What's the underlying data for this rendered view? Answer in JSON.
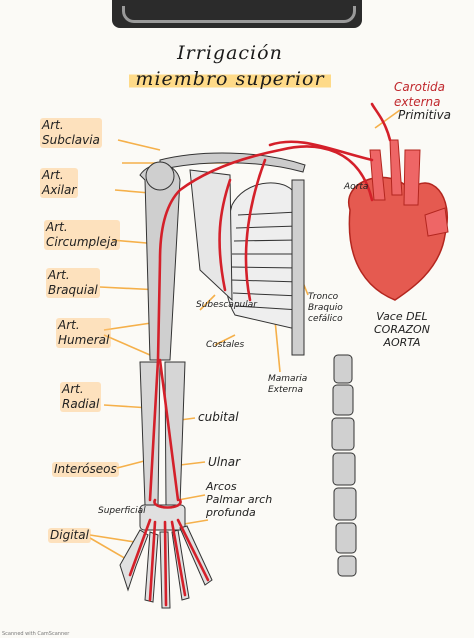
{
  "title": {
    "line1": "Irrigación",
    "line2": "miembro superior"
  },
  "labels": {
    "subclavia": "Art.\nSubclavia",
    "axilar": "Art.\nAxilar",
    "circumpleja": "Art.\nCircumpleja",
    "braquial": "Art.\nBraquial",
    "humeral": "Art.\nHumeral",
    "radial": "Art.\nRadial",
    "interoseos": "Interóseos",
    "digital": "Digital",
    "carotida": "Carotida\nexterna",
    "primitiva": "Primitiva",
    "aorta_small": "Aorta",
    "tronco": "Tronco\nBraquio\ncefálico",
    "subescapular": "Subescapular",
    "costales": "Costales",
    "mamaria": "Mamaria\nExterna",
    "cubital": "cubital",
    "ulnar": "Ulnar",
    "arcos": "Arcos\nPalmar arch\nprofunda",
    "superficial": "Superficial",
    "heart": "Vace DEL\nCORAZON\nAORTA"
  },
  "footer": "Scanned with CamScanner",
  "colors": {
    "artery": "#d4202a",
    "heart": "#e55a50",
    "bone": "#c9c9c9",
    "highlight": "#ffc878",
    "leader": "#f5b04a"
  }
}
